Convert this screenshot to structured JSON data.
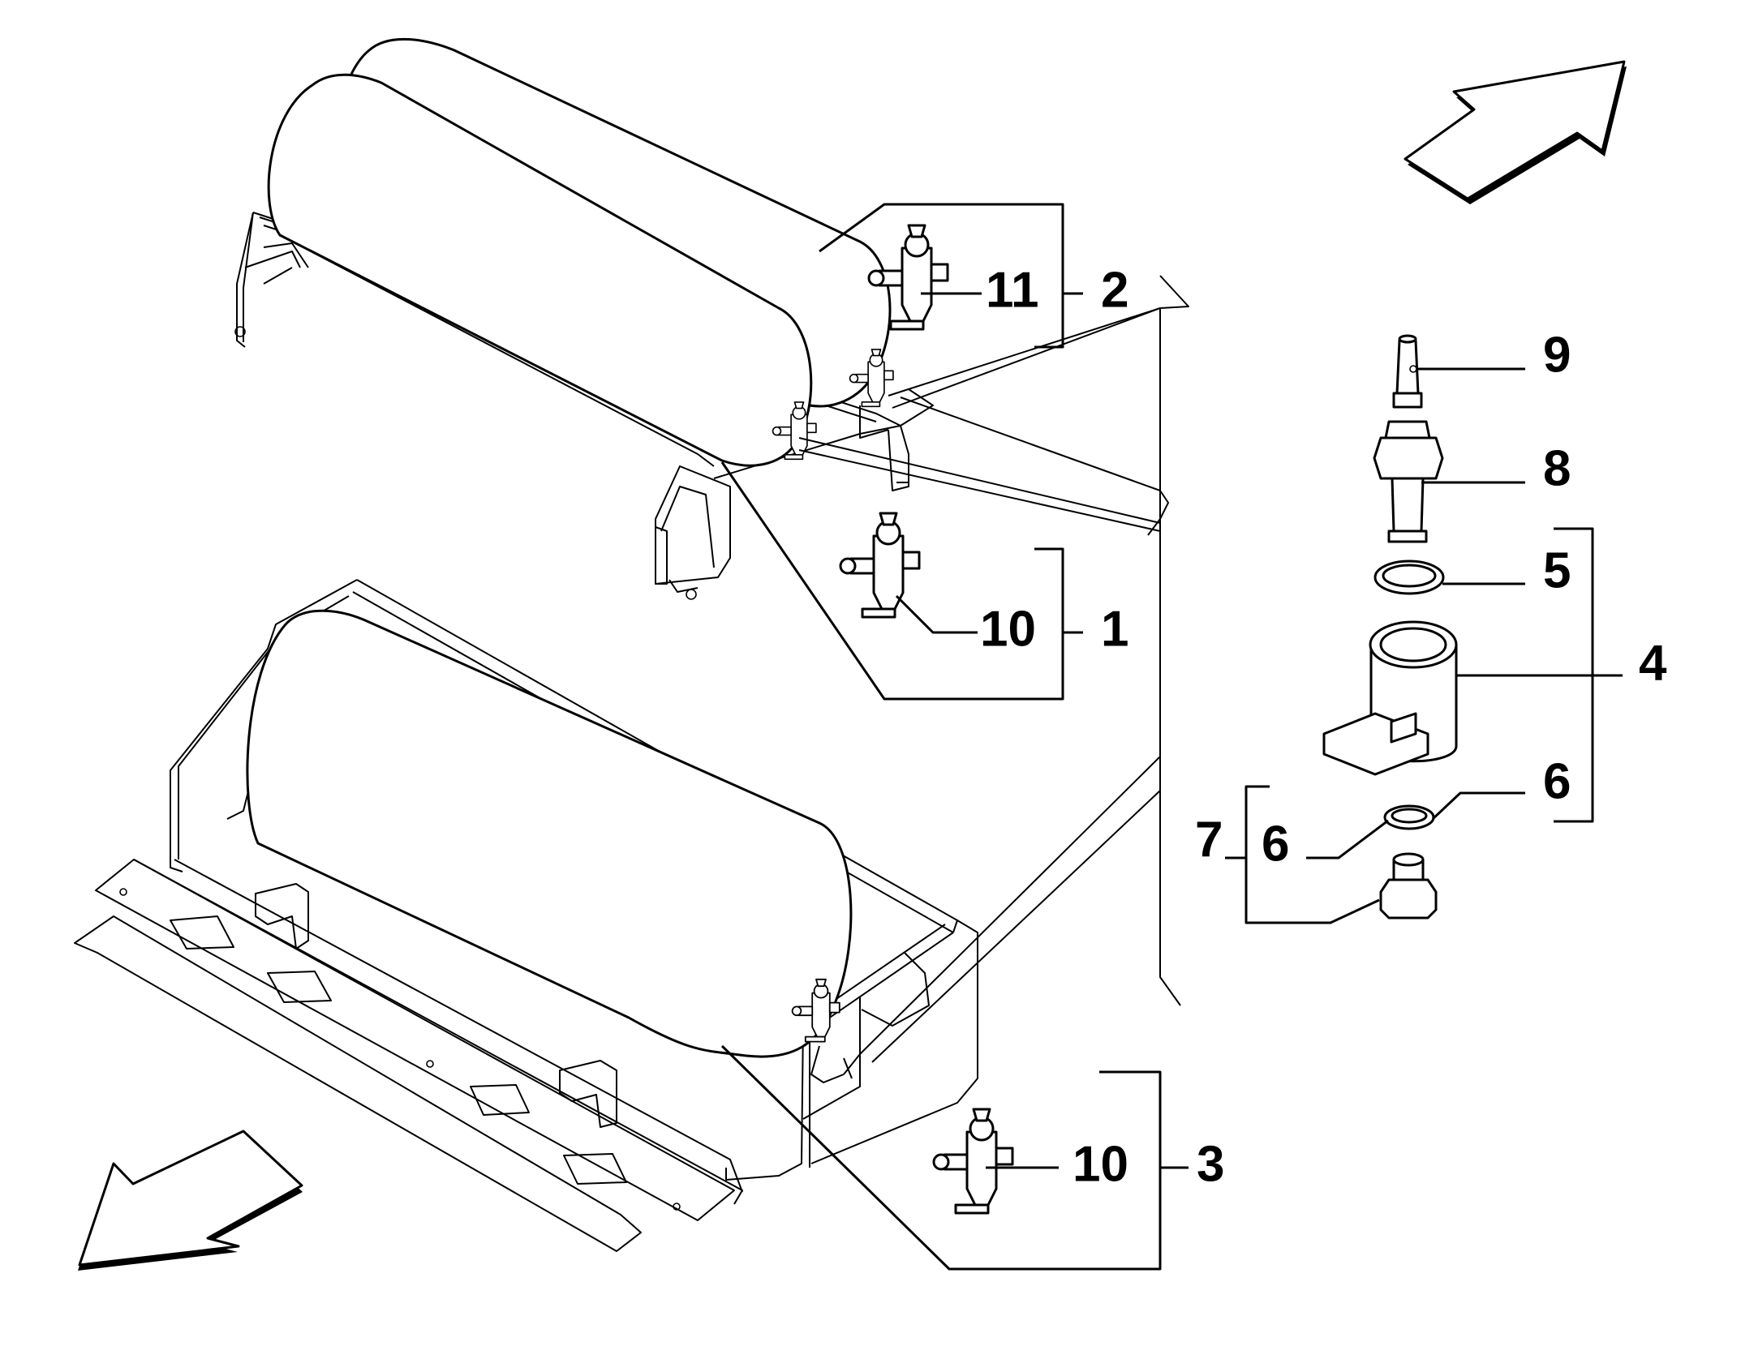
{
  "callouts": {
    "c1": "1",
    "c2": "2",
    "c3": "3",
    "c4": "4",
    "c5": "5",
    "c6a": "6",
    "c6b": "6",
    "c7": "7",
    "c8": "8",
    "c9": "9",
    "c10a": "10",
    "c10b": "10",
    "c11": "11"
  },
  "colors": {
    "line": "#000000",
    "background": "#ffffff"
  }
}
